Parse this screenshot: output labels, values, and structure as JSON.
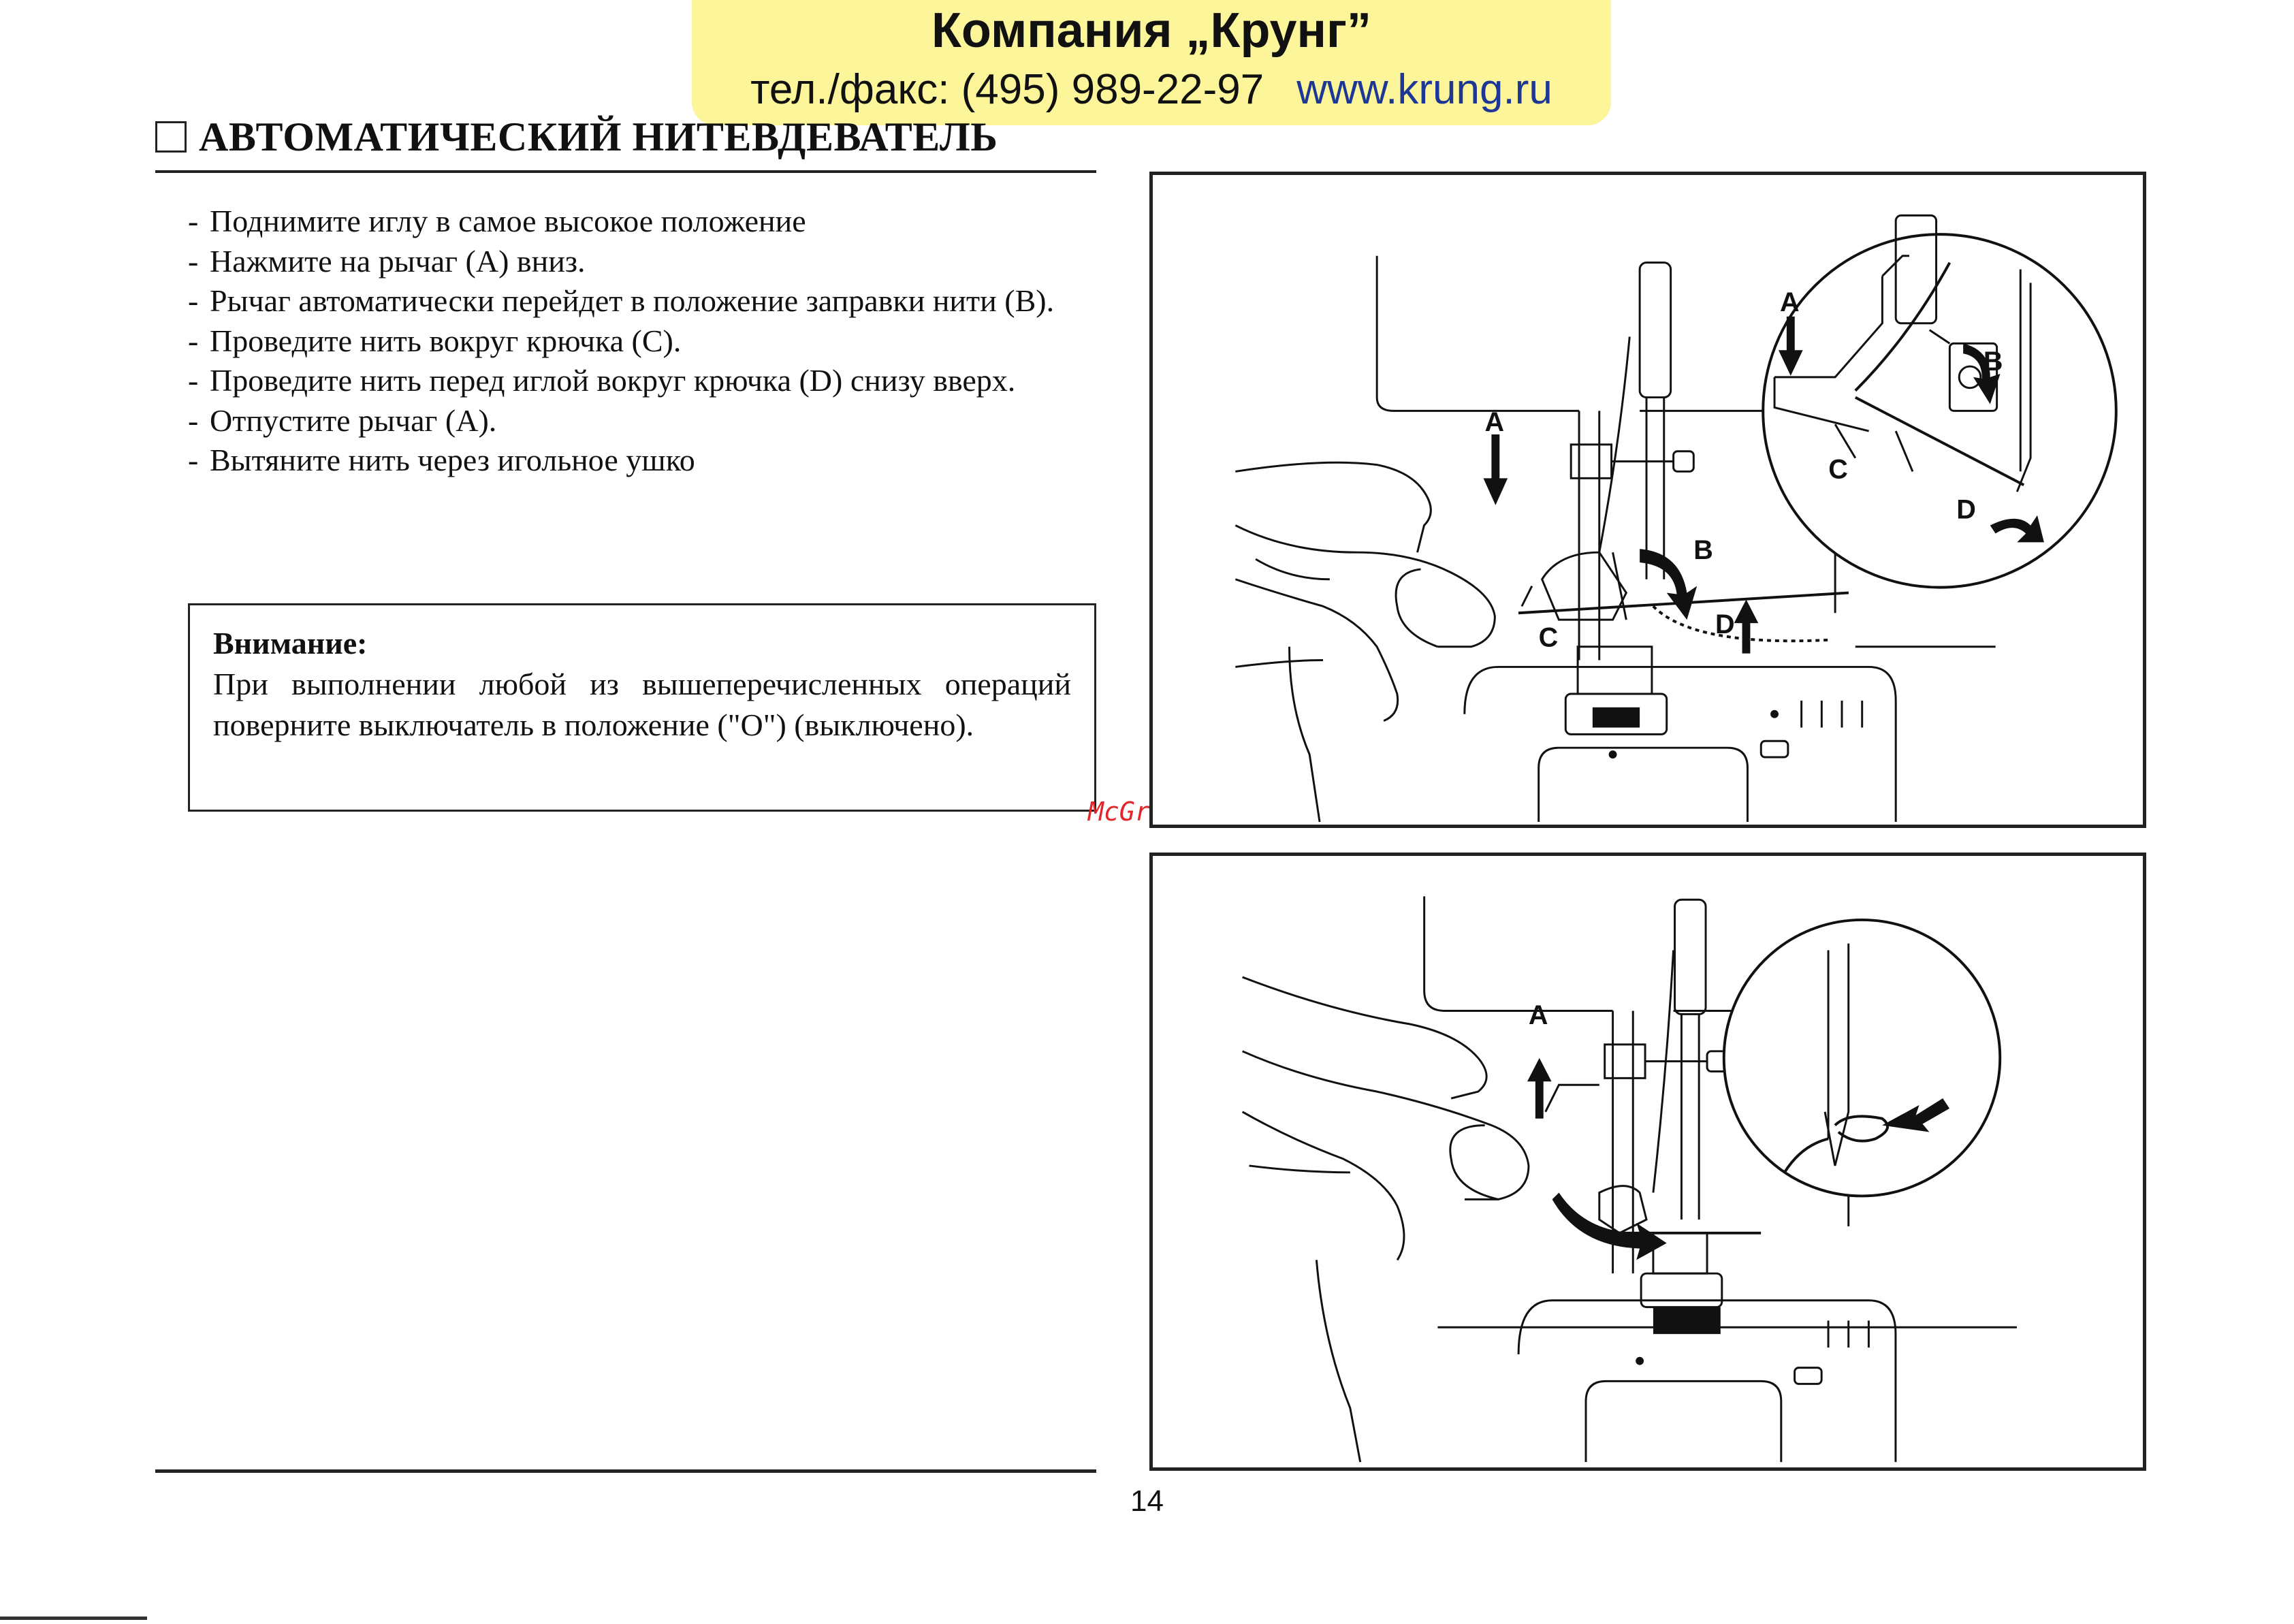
{
  "banner": {
    "company": "Компания „Крунг”",
    "phone": "тел./факс: (495) 989-22-97",
    "site": "www.krung.ru"
  },
  "section": {
    "title": "АВТОМАТИЧЕСКИЙ НИТЕВДЕВАТЕЛЬ"
  },
  "steps": [
    "Поднимите иглу в самое высокое положение",
    "Нажмите на рычаг (A) вниз.",
    "Рычаг автоматически перейдет в положение заправки нити (B).",
    "Проведите нить вокруг крючка (C).",
    "Проведите нить перед иглой вокруг крючка (D)  снизу вверх.",
    "Отпустите рычаг (A).",
    "Вытяните нить через игольное ушко"
  ],
  "notice": {
    "heading": "Внимание:",
    "text": "При выполнении любой из вышеперечисленных операций поверните выключатель в положение (\"O\") (выключено)."
  },
  "figure1": {
    "labels": {
      "a_main": "A",
      "b_main": "B",
      "c_main": "C",
      "d_main": "D",
      "a_zoom": "A",
      "b_zoom": "B",
      "c_zoom": "C",
      "d_zoom": "D"
    }
  },
  "figure2": {
    "labels": {
      "a_main": "A"
    }
  },
  "watermark": "McGrp.Ru",
  "page_number": "14"
}
